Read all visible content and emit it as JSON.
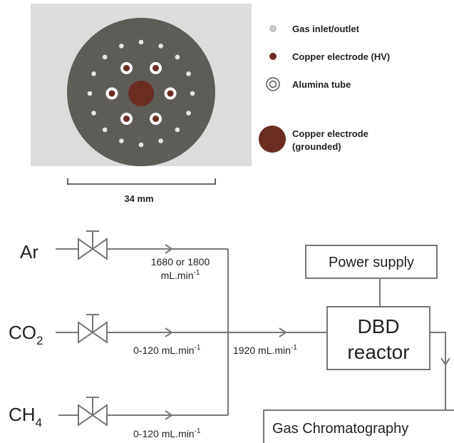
{
  "colors": {
    "disk": "#5e5c57",
    "plate_bg": "#dcdcdc",
    "copper": "#6b2c22",
    "hole": "#e6e6e6",
    "line": "#777777"
  },
  "legend": [
    {
      "icon": "gas-hole-icon",
      "label": "Gas inlet/outlet"
    },
    {
      "icon": "copper-dot-icon",
      "label": "Copper electrode (HV)"
    },
    {
      "icon": "alumina-ring-icon",
      "label": "Alumina tube"
    },
    {
      "icon": "copper-disc-icon",
      "label_lines": [
        "Copper electrode",
        "(grounded)"
      ]
    }
  ],
  "dimension": "34 mm",
  "gases": {
    "ar": {
      "label": "Ar",
      "flow_lines": [
        "1680 or 1800",
        "mL.min",
        "-1"
      ]
    },
    "co2": {
      "label": "CO",
      "sub": "2",
      "flow": "0-120 mL.min",
      "flow_sup": "-1"
    },
    "ch4": {
      "label": "CH",
      "sub": "4",
      "flow": "0-120 mL.min",
      "flow_sup": "-1"
    }
  },
  "total_flow": {
    "text": "1920 mL.min",
    "sup": "-1"
  },
  "boxes": {
    "power": "Power supply",
    "reactor_lines": [
      "DBD",
      "reactor"
    ],
    "gc": "Gas Chromatography"
  }
}
